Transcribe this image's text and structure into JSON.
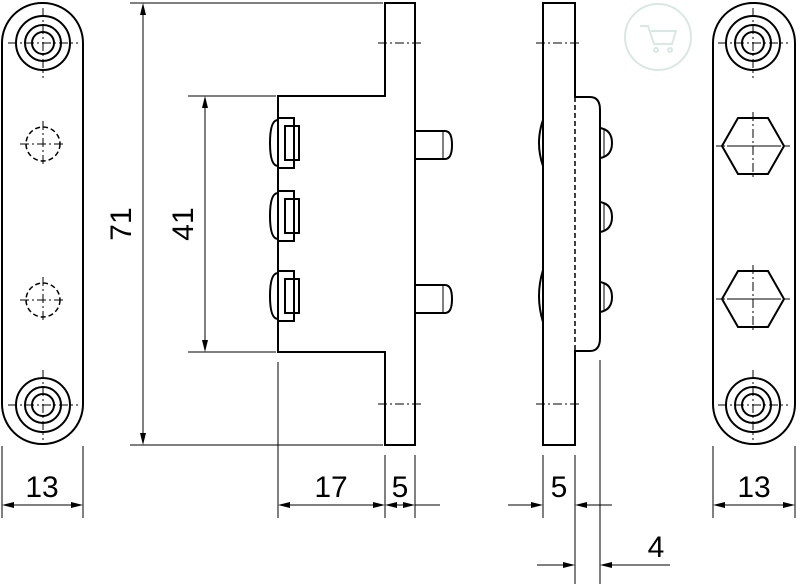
{
  "dimensions": {
    "front_width": "13",
    "overall_height": "71",
    "pin_spacing": "41",
    "depth_offset": "17",
    "flange_thickness": "5",
    "side_thickness": "5",
    "pin_projection": "4",
    "back_width": "13"
  }
}
